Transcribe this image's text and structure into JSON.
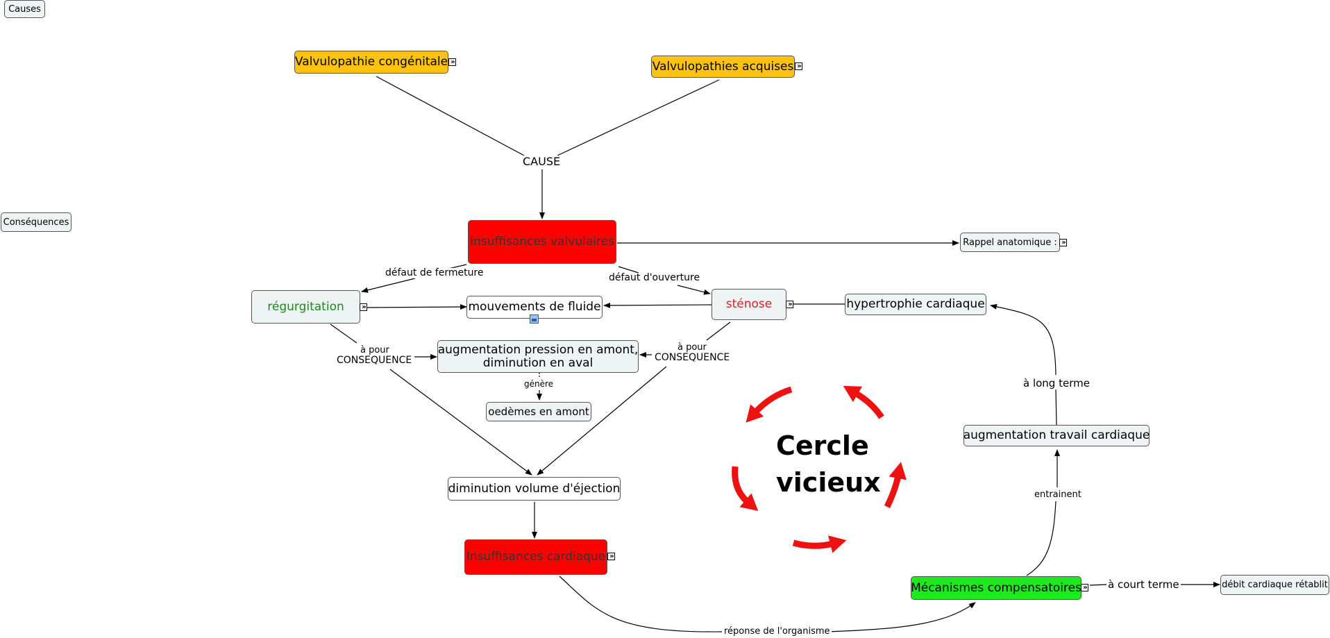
{
  "side_labels": {
    "causes": "Causes",
    "consequences": "Conséquences"
  },
  "nodes": {
    "valv_congenitale": "Valvulopathie congénitale",
    "valv_acquises": "Valvulopathies acquises",
    "insuff_valvulaires": "Insuffisances valvulaires",
    "rappel": "Rappel anatomique :",
    "regurgitation": "régurgitation",
    "mouvements": "mouvements de fluide",
    "stenose": "sténose",
    "hypertrophie": "hypertrophie cardiaque",
    "augmentation_line1": "augmentation pression en amont,",
    "augmentation_line2": "diminution en aval",
    "oedemes": "oedèmes en amont",
    "diminution": "diminution volume d'éjection",
    "insuff_cardiaque": "Insuffisances cardiaque",
    "augmentation_travail": "augmentation travail cardiaque",
    "mecanismes": "Mécanismes compensatoires",
    "debit": "débit cardiaque rétablit"
  },
  "link_labels": {
    "cause": "CAUSE",
    "defaut_fermeture": "défaut de fermeture",
    "defaut_ouverture": "défaut d'ouverture",
    "a_pour_left_1": "à pour",
    "a_pour_left_2": "CONSEQUENCE",
    "a_pour_right_1": "à pour",
    "a_pour_right_2": "CONSEQUENCE",
    "genere": "génère",
    "long_terme": "à long terme",
    "entrainent": "entrainent",
    "court_terme": "à court terme",
    "reponse": "réponse de l'organisme"
  },
  "cercle": {
    "line1": "Cercle",
    "line2": "vicieux"
  },
  "colors": {
    "orange": "#ffc20e",
    "red": "#ff0000",
    "green": "#1ee81e",
    "node_fill": "#eef3f4",
    "regurgitation_text": "#1a8a1a",
    "stenose_text": "#e02020",
    "cycle_arrows": "#ee1111"
  },
  "icons": [
    "expand-icon",
    "image-icon"
  ]
}
